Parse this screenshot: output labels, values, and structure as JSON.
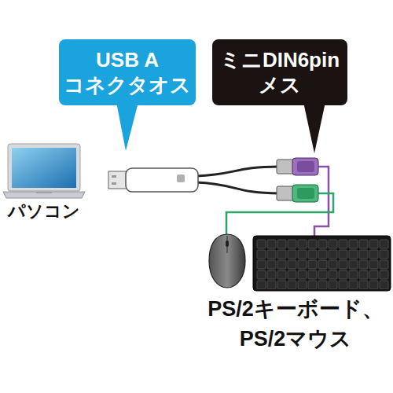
{
  "diagram": {
    "nodes": [
      {
        "text": [
          "USB A コネクタオス"
        ]
      },
      {
        "text": [
          "ミニDIN6pin メス"
        ]
      }
    ],
    "labels": [
      "パソコン",
      "PS/2キーボード、 PS/2マウス"
    ]
  }
}
